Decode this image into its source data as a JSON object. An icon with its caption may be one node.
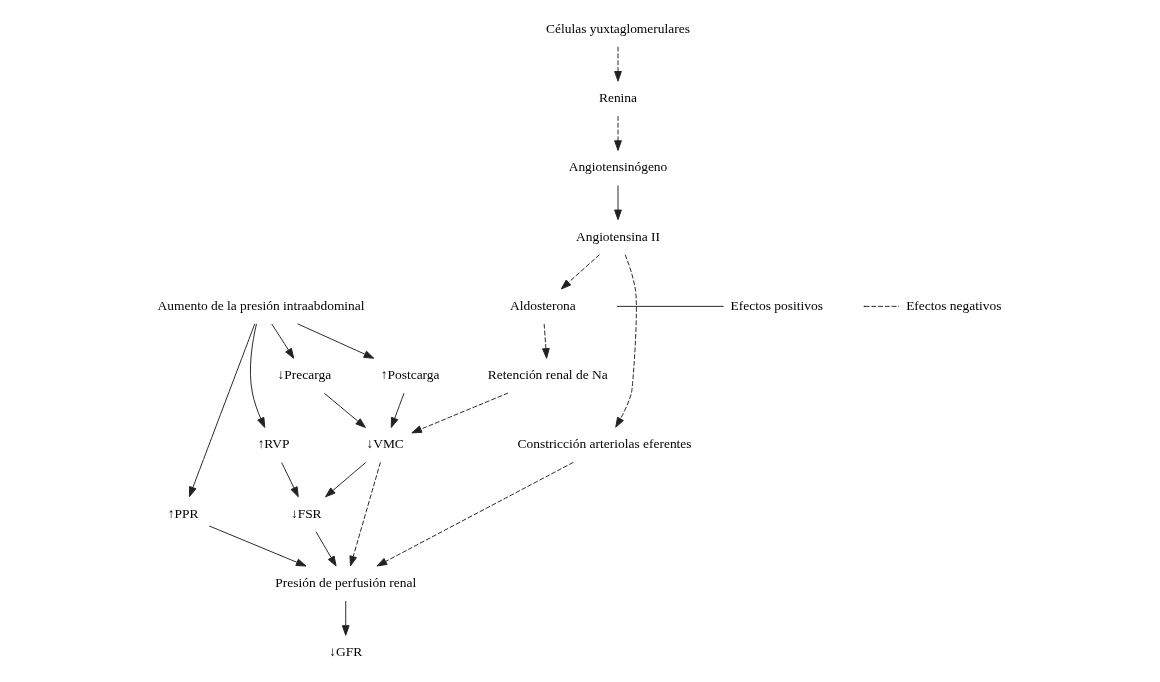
{
  "diagram": {
    "nodes": [
      {
        "text": [
          "Aumento de la presión intraabdominal"
        ]
      },
      {
        "text": [
          "↓Precarga"
        ]
      },
      {
        "text": [
          "↑Postcarga"
        ]
      },
      {
        "text": [
          "↑RVP"
        ]
      },
      {
        "text": [
          "↑PPR"
        ]
      },
      {
        "text": [
          "↓VMC"
        ]
      },
      {
        "text": [
          "↓FSR"
        ]
      },
      {
        "text": [
          "Retención renal de Na"
        ]
      },
      {
        "text": [
          "Células yuxtaglomerulares"
        ]
      },
      {
        "text": [
          "Presión de perfusión renal"
        ]
      },
      {
        "text": [
          "Constricción arteriolas eferentes"
        ]
      },
      {
        "text": [
          "Angiotensinógeno"
        ]
      },
      {
        "text": [
          "Renina"
        ]
      },
      {
        "text": [
          "↓GFR"
        ]
      },
      {
        "text": [
          "Aldosterona"
        ]
      },
      {
        "text": [
          "Angiotensina II"
        ]
      }
    ],
    "edges": [
      {
        "from": 0,
        "to": 1,
        "arrow": "to"
      },
      {
        "from": 0,
        "to": 2,
        "arrow": "to"
      },
      {
        "from": 0,
        "to": 3,
        "arrow": "to"
      },
      {
        "from": 0,
        "to": 4,
        "arrow": "to"
      },
      {
        "from": 1,
        "to": 5,
        "arrow": "to"
      },
      {
        "from": 2,
        "to": 5,
        "arrow": "to"
      },
      {
        "from": 3,
        "to": 6,
        "arrow": "to"
      },
      {
        "from": 7,
        "to": 5,
        "arrow": "to",
        "style": "dashed"
      },
      {
        "from": 5,
        "to": 6,
        "arrow": "to"
      },
      {
        "from": 5,
        "to": 9,
        "arrow": "to",
        "style": "dashed"
      },
      {
        "from": 10,
        "to": 9,
        "arrow": "to",
        "style": "dashed"
      },
      {
        "from": 6,
        "to": 9,
        "arrow": "to"
      },
      {
        "from": 4,
        "to": 9,
        "arrow": "to"
      },
      {
        "from": 8,
        "to": 12,
        "arrow": "to",
        "style": "dashed"
      },
      {
        "from": 9,
        "to": 13,
        "arrow": "to"
      },
      {
        "from": 12,
        "to": 11,
        "arrow": "to",
        "style": "dashed"
      },
      {
        "from": 11,
        "to": 15,
        "arrow": "to"
      },
      {
        "from": 15,
        "to": 10,
        "arrow": "to",
        "style": "dashed"
      },
      {
        "from": 15,
        "to": 14,
        "arrow": "to",
        "style": "dashed"
      },
      {
        "from": 14,
        "to": 7,
        "arrow": "to",
        "style": "dashed"
      }
    ],
    "legend": [
      {
        "text": "Efectos positivos"
      },
      {
        "text": "Efectos negativos"
      }
    ]
  }
}
